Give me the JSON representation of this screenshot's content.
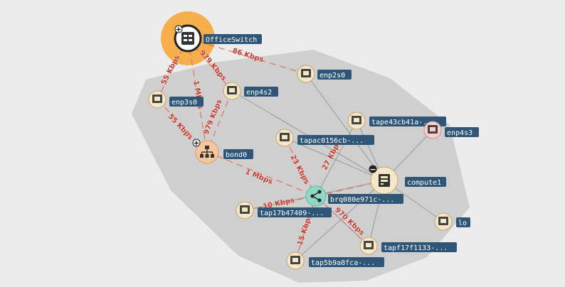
{
  "colors": {
    "background": "#ececec",
    "group_hull": "#cfcfcf",
    "switch_halo": "#f7a838",
    "port_fill": "#f5e8c8",
    "port_stroke": "#c7a36a",
    "bond_fill": "#f7c79b",
    "bridge_fill": "#8fd8c6",
    "highlight_fill": "#f6cfd0",
    "label_bg": "#2f5577",
    "edge_dashed": "#e0735f",
    "edge_solid": "#9a9a9a",
    "edge_label": "#c0392b"
  },
  "nodes": {
    "officeswitch": {
      "label": "OfficeSwitch",
      "icon": "switch-icon",
      "badge": "+"
    },
    "enp2s0": {
      "label": "enp2s0",
      "icon": "ethernet-port-icon"
    },
    "enp4s2": {
      "label": "enp4s2",
      "icon": "ethernet-port-icon"
    },
    "enp3s0": {
      "label": "enp3s0",
      "icon": "ethernet-port-icon"
    },
    "bond0": {
      "label": "bond0",
      "icon": "bond-icon",
      "badge": "+"
    },
    "tape43cb41a": {
      "label": "tape43cb41a-...",
      "icon": "ethernet-port-icon"
    },
    "enp4s3": {
      "label": "enp4s3",
      "icon": "ethernet-port-icon"
    },
    "tapac0156cb": {
      "label": "tapac0156cb-...",
      "icon": "ethernet-port-icon"
    },
    "compute1": {
      "label": "compute1",
      "icon": "server-icon",
      "badge": "−"
    },
    "brq080e971c": {
      "label": "brq080e971c-...",
      "icon": "bridge-icon"
    },
    "tap17b47409": {
      "label": "tap17b47409-...",
      "icon": "ethernet-port-icon"
    },
    "lo": {
      "label": "lo",
      "icon": "ethernet-port-icon"
    },
    "tapf17f1133": {
      "label": "tapf17f1133-...",
      "icon": "ethernet-port-icon"
    },
    "tap5b9a8fca": {
      "label": "tap5b9a8fca-...",
      "icon": "ethernet-port-icon"
    }
  },
  "edge_labels": {
    "switch_enp2s0": "86 Kbps",
    "switch_enp3s0": "55 Kbps",
    "switch_enp4s2": "979 Kbps",
    "switch_bond0": "1 Mbps",
    "enp3s0_bond0": "55 Kbps",
    "enp4s2_bond0": "979 Kbps",
    "bond0_bridge": "1 Mbps",
    "tapac_bridge": "23 Kbps",
    "compute_bridge": "27 Kbps",
    "tap17_bridge": "10 Kbps",
    "tap5b_bridge": "15 Kbps",
    "tapf1_bridge": "970 Kbps"
  }
}
